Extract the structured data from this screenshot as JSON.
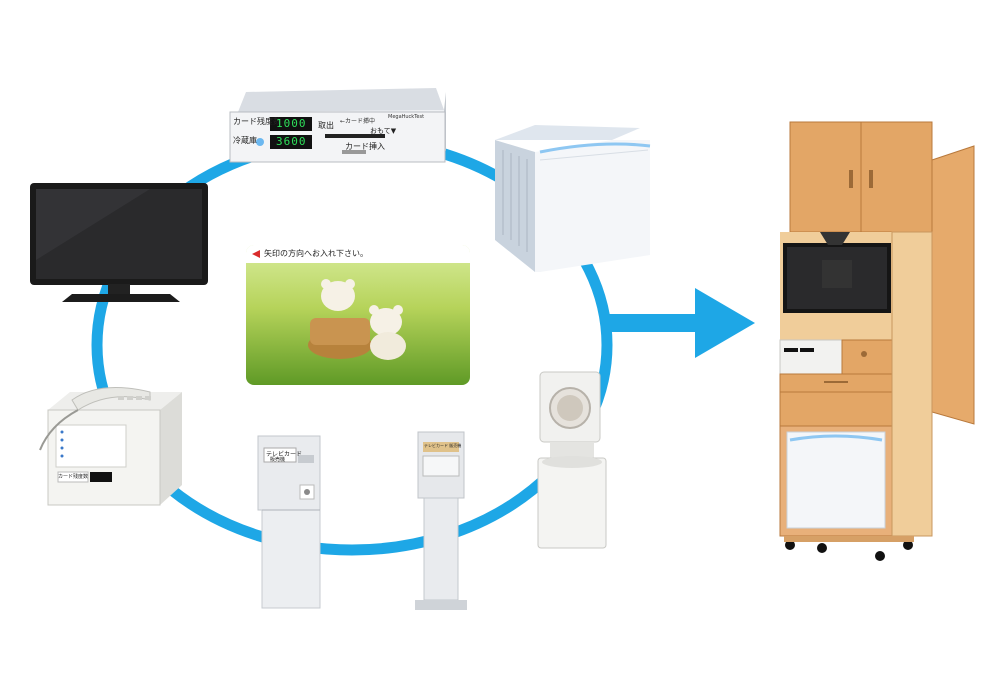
{
  "card_controller": {
    "remaining_label": "カード残度数",
    "remaining_value": "1000",
    "fridge_label": "冷蔵庫",
    "fridge_value": "3600",
    "eject_label": "取出",
    "card_hint": "←カード挿中",
    "front_label": "おもて▼",
    "insert_label": "カード挿入",
    "brand": "MegaHuckTest"
  },
  "prepaid_card": {
    "caption": "矢印の方向へお入れ下さい。"
  },
  "ticket_machine": {
    "title": "テレビカード",
    "subtitle": "販売機"
  },
  "card_dispenser": {
    "title": "テレビカード 販売機"
  },
  "phone_unit": {
    "counter_label": "カード残度数"
  },
  "colors": {
    "cycle_ring": "#1ea7e6",
    "arrow": "#1ea7e6",
    "cabinet_wood": "#e6a765",
    "fridge_body": "#f4f6f9"
  }
}
